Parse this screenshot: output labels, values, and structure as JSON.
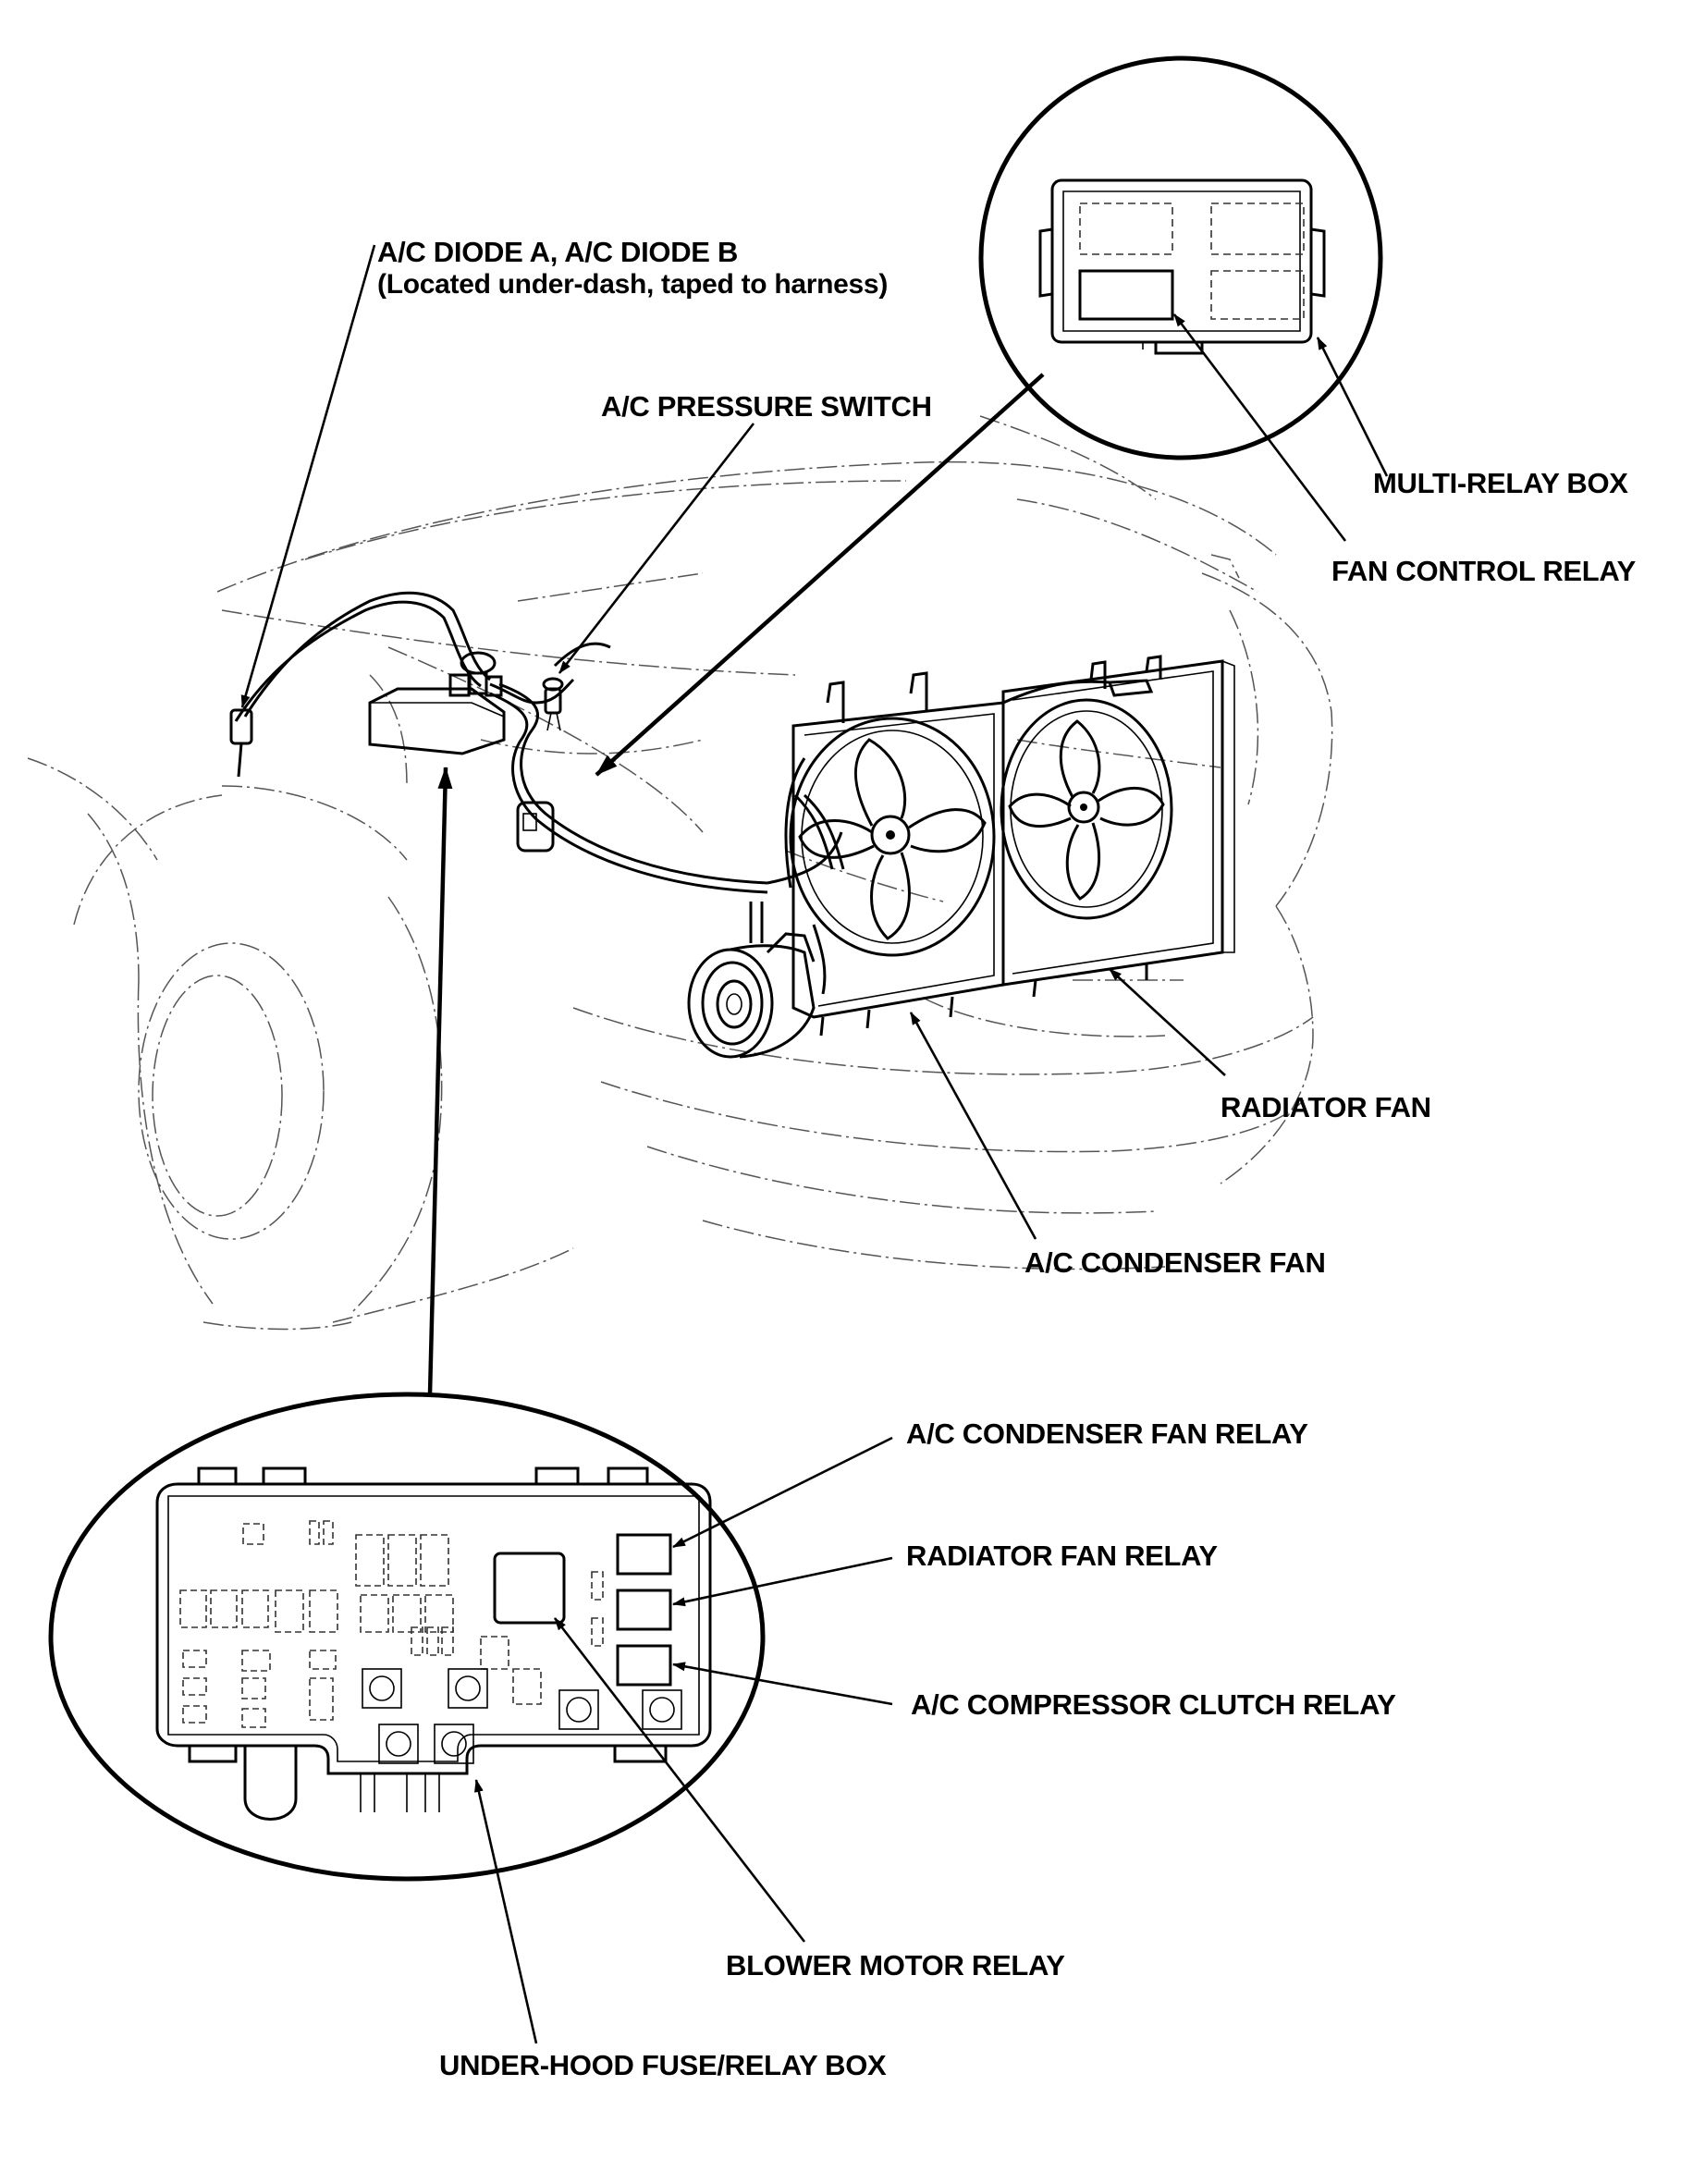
{
  "labels": {
    "ac_diode": "A/C DIODE A, A/C DIODE B",
    "ac_diode_note": "(Located under-dash, taped to harness)",
    "ac_pressure_switch": "A/C PRESSURE SWITCH",
    "multi_relay_box": "MULTI-RELAY BOX",
    "fan_control_relay": "FAN CONTROL RELAY",
    "radiator_fan": "RADIATOR FAN",
    "ac_condenser_fan": "A/C CONDENSER FAN",
    "ac_condenser_fan_relay": "A/C CONDENSER FAN RELAY",
    "radiator_fan_relay": "RADIATOR FAN RELAY",
    "ac_compressor_clutch_relay": "A/C COMPRESSOR CLUTCH RELAY",
    "blower_motor_relay": "BLOWER MOTOR RELAY",
    "under_hood_fuse_relay_box": "UNDER-HOOD FUSE/RELAY BOX"
  }
}
